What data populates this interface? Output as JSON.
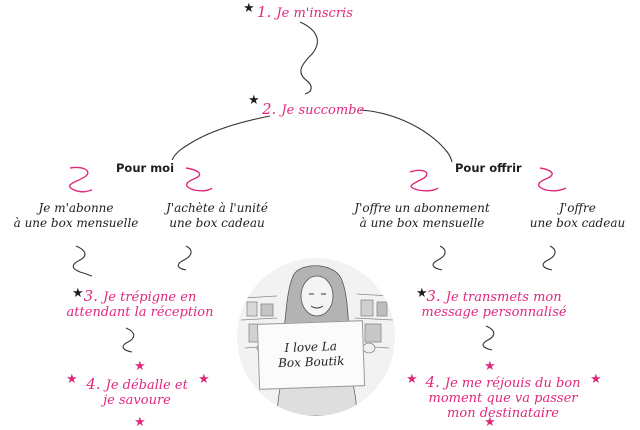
{
  "step1": {
    "num": "1.",
    "label": "Je m'inscris"
  },
  "step2": {
    "num": "2.",
    "label": "Je succombe"
  },
  "left": {
    "heading": "Pour moi",
    "option_a": [
      "Je m'abonne",
      "à une box mensuelle"
    ],
    "option_b": [
      "J'achète à l'unité",
      "une box cadeau"
    ],
    "step3": {
      "num": "3.",
      "lines": [
        "Je trépigne en",
        "attendant la réception"
      ]
    },
    "step4": {
      "num": "4.",
      "lines": [
        "Je déballe et",
        "je savoure"
      ]
    }
  },
  "right": {
    "heading": "Pour offrir",
    "option_a": [
      "J'offre un abonnement",
      "à une box mensuelle"
    ],
    "option_b": [
      "J'offre",
      "une box cadeau"
    ],
    "step3": {
      "num": "3.",
      "lines": [
        "Je transmets mon",
        "message personnalisé"
      ]
    },
    "step4": {
      "num": "4.",
      "lines": [
        "Je me réjouis du bon",
        "moment que va passer",
        "mon destinataire"
      ]
    }
  },
  "photo_sign": [
    "I love La",
    "Box Boutik"
  ],
  "colors": {
    "accent": "#e0287d",
    "ink": "#1e1e1e"
  },
  "icons": {
    "dark_star": "star-icon",
    "pink_star": "star-icon"
  }
}
